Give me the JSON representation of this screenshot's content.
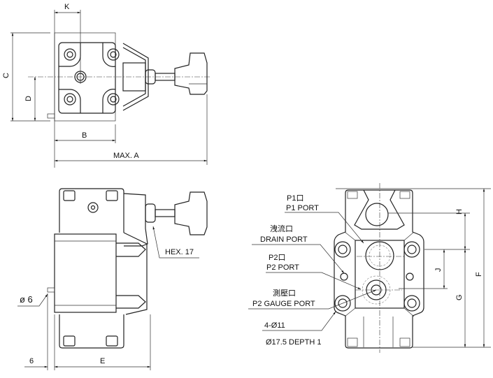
{
  "top_view": {
    "dim_k": "K",
    "dim_c": "C",
    "dim_d": "D",
    "dim_b": "B",
    "dim_max_a": "MAX. A"
  },
  "side_view": {
    "hex_label": "HEX. 17",
    "dia_label": "ø 6",
    "dim_6": "6",
    "dim_e": "E"
  },
  "front_view": {
    "p1_cn": "P1口",
    "p1_en": "P1 PORT",
    "drain_cn": "洩流口",
    "drain_en": "DRAIN  PORT",
    "p2_cn": "P2口",
    "p2_en": "P2 PORT",
    "gauge_cn": "測壓口",
    "gauge_en": "P2 GAUGE PORT",
    "holes": "4-Ø11",
    "depth": "Ø17.5   DEPTH   1",
    "dim_h": "H",
    "dim_j": "J",
    "dim_f": "F",
    "dim_g": "G"
  }
}
